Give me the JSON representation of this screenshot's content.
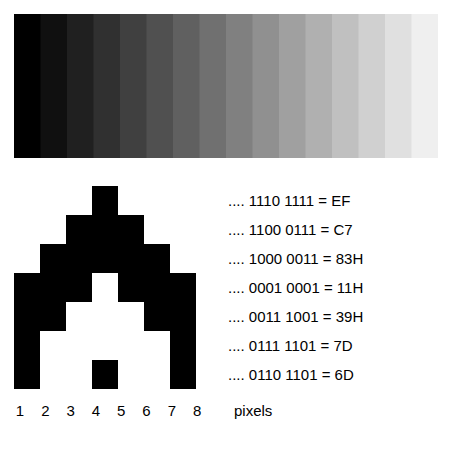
{
  "diagram": {
    "labels": [
      ".... 1110 1111 = EF",
      ".... 1100 0111 = C7",
      ".... 1000 0011 = 83H",
      ".... 0001 0001 = 11H",
      ".... 0011 1001 = 39H",
      ".... 0111 1101 = 7D",
      ".... 0110 1101 = 6D",
      "1",
      "2",
      "3",
      "4",
      "5",
      "6",
      "7",
      "8",
      "pixels"
    ]
  }
}
